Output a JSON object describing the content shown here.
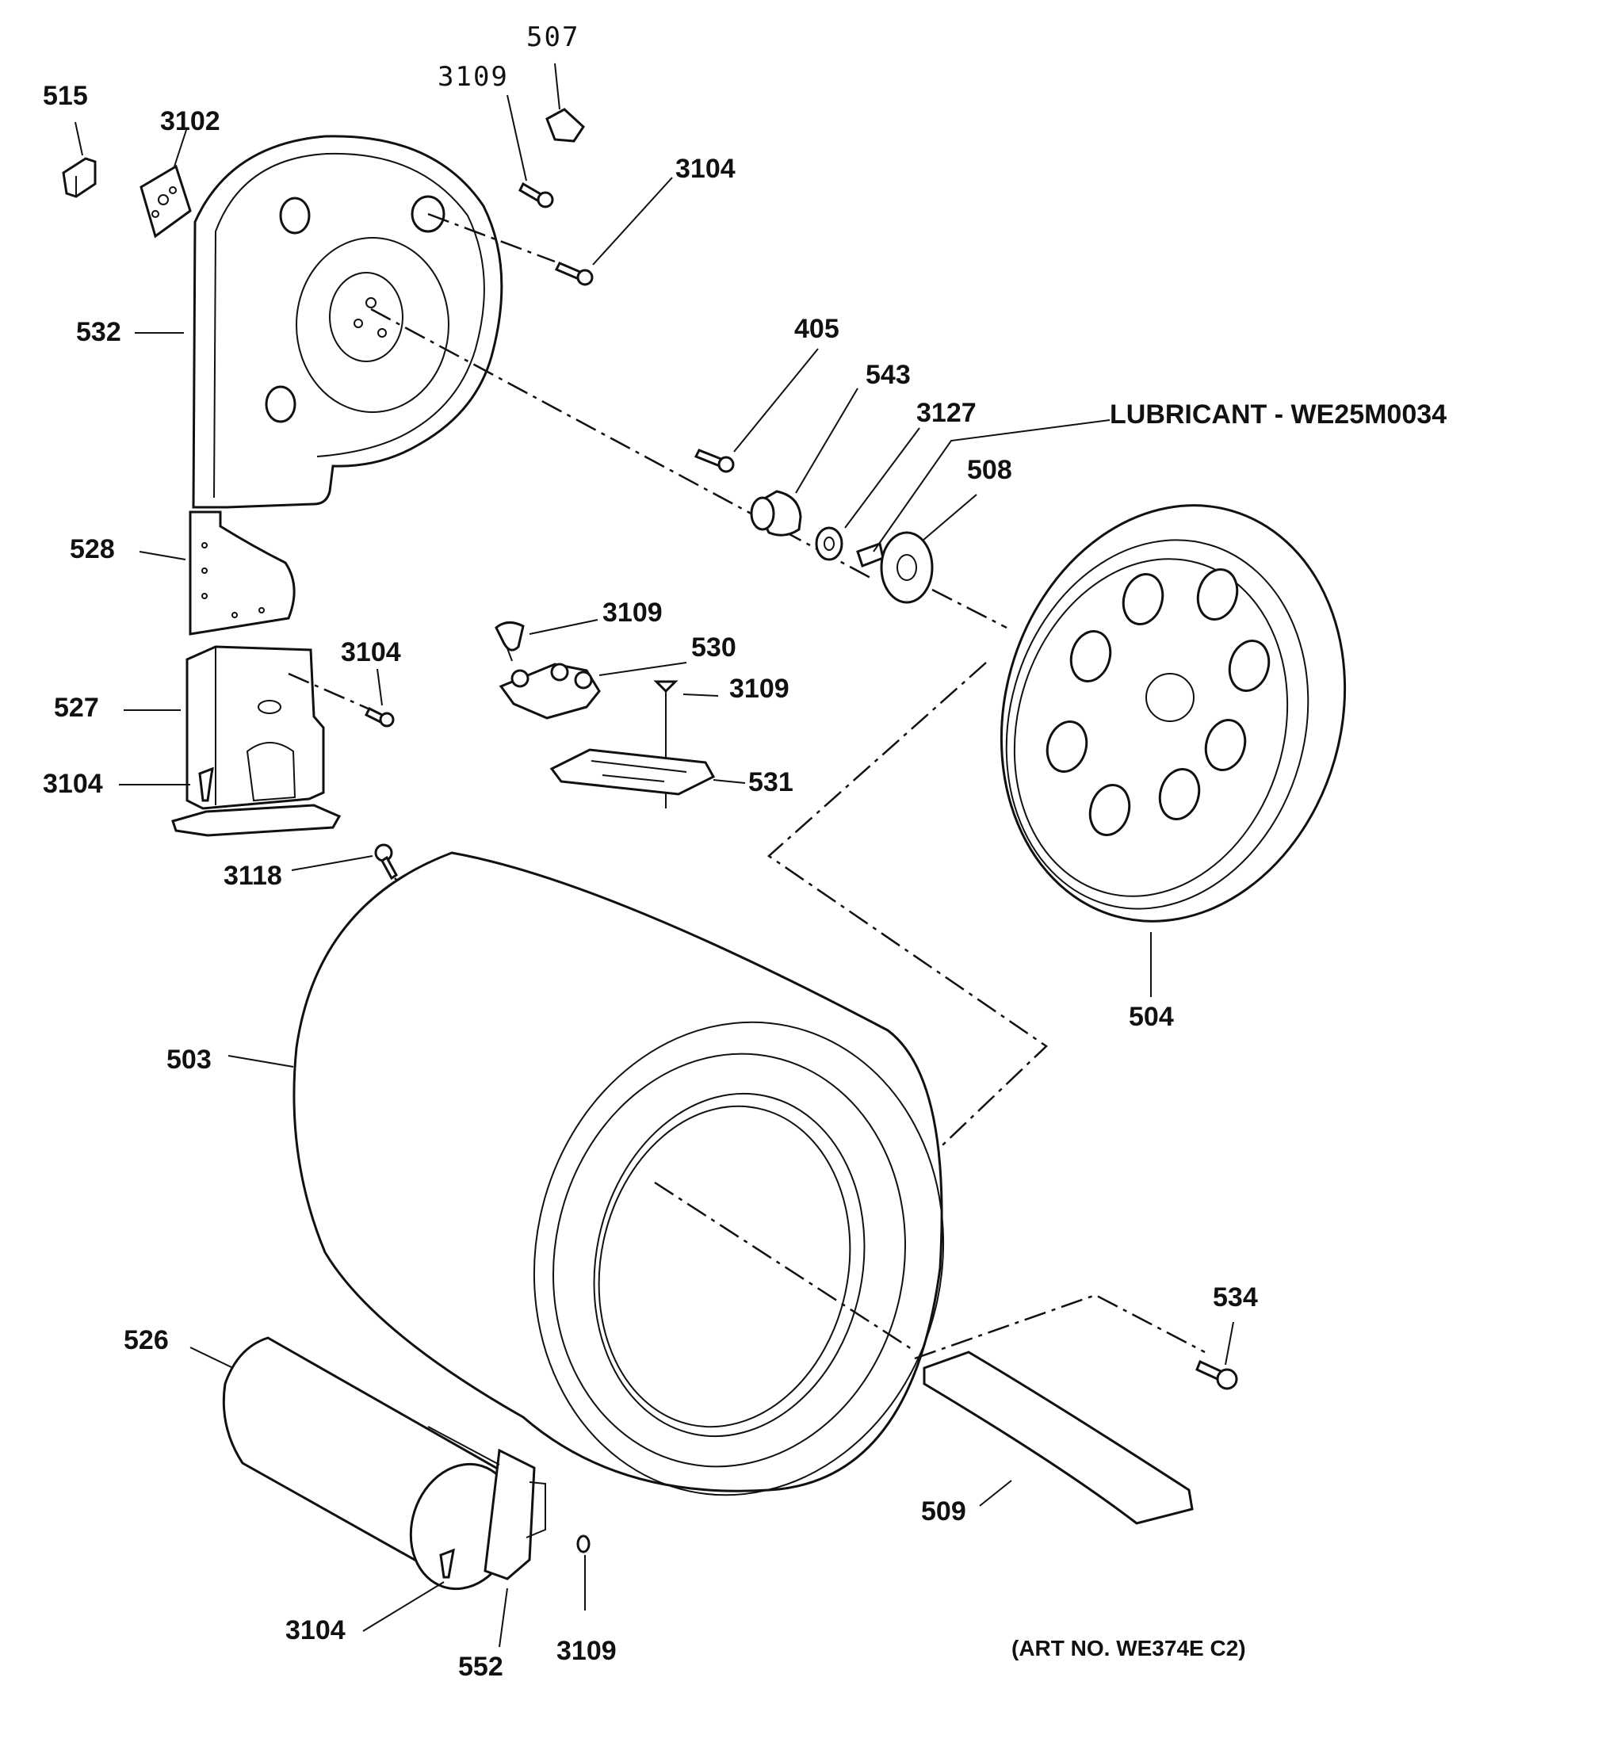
{
  "labels": {
    "p515": "515",
    "p3102": "3102",
    "p3109_top": "3109",
    "p507": "507",
    "p3104_top": "3104",
    "p532": "532",
    "p405": "405",
    "p543": "543",
    "p3127": "3127",
    "lubricant": "LUBRICANT - WE25M0034",
    "p508": "508",
    "p528": "528",
    "p3109_mid": "3109",
    "p530": "530",
    "p3104_mid": "3104",
    "p3109_mid2": "3109",
    "p527": "527",
    "p3104_left": "3104",
    "p531": "531",
    "p3118": "3118",
    "p504": "504",
    "p503": "503",
    "p534": "534",
    "p526": "526",
    "p509": "509",
    "p3104_bottom": "3104",
    "p552": "552",
    "p3109_bottom": "3109",
    "art_no": "(ART NO. WE374E C2)"
  }
}
